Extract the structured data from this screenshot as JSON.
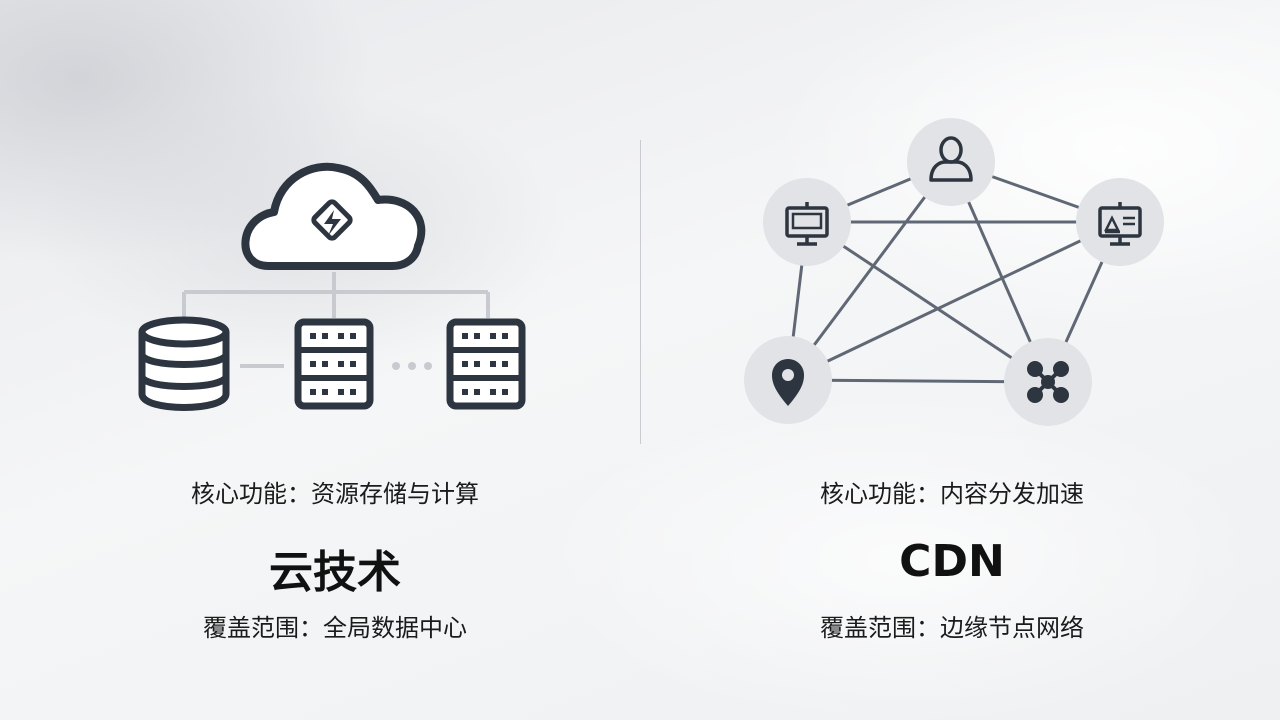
{
  "left": {
    "feature": "核心功能：资源存储与计算",
    "title": "云技术",
    "coverage": "覆盖范围：全局数据中心",
    "icons": [
      "cloud-icon",
      "lightning-icon",
      "database-icon",
      "server-icon",
      "server-icon"
    ]
  },
  "right": {
    "feature": "核心功能：内容分发加速",
    "title": "CDN",
    "coverage": "覆盖范围：边缘节点网络",
    "icons": [
      "user-icon",
      "monitor-icon",
      "presentation-icon",
      "location-pin-icon",
      "network-hub-icon"
    ]
  },
  "colors": {
    "icon_stroke": "#2d3540",
    "connector": "#c8cacf",
    "network_line": "#616875",
    "node_fill": "#e2e3e6"
  }
}
